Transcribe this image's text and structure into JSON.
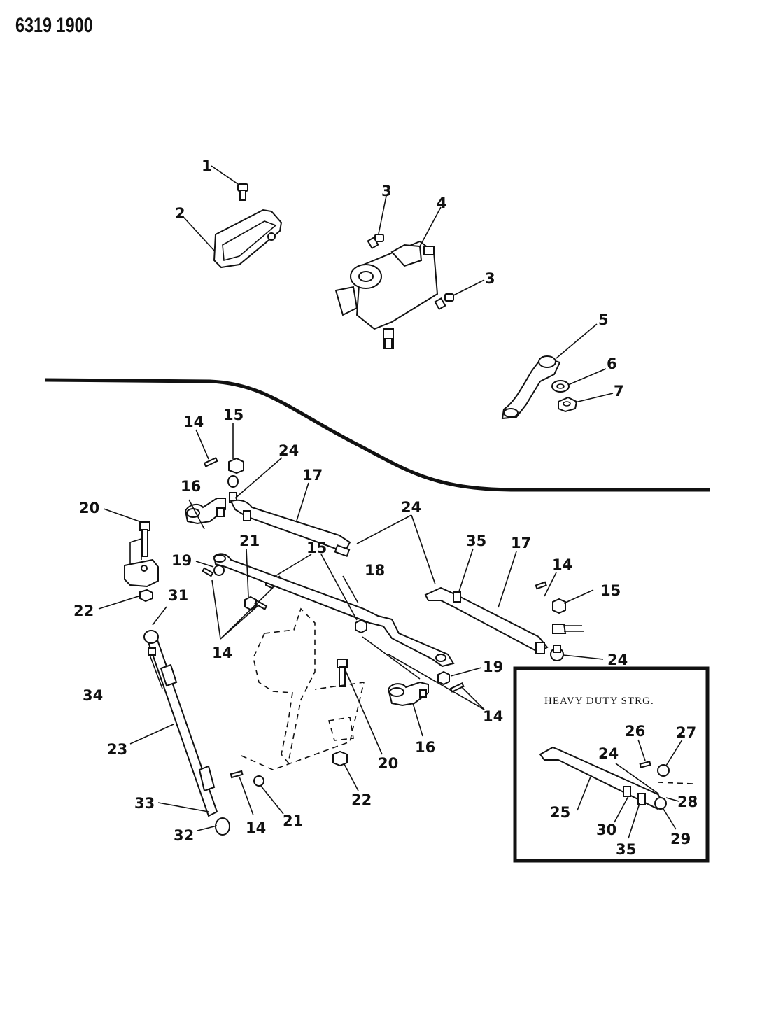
{
  "document": {
    "id_number": "6319 1900",
    "type": "Exploded parts diagram - steering linkage"
  },
  "inset": {
    "title": "HEAVY DUTY STRG.",
    "callouts": [
      "26",
      "27",
      "24",
      "28",
      "25",
      "30",
      "35",
      "29"
    ]
  },
  "callouts": {
    "c1": "1",
    "c2": "2",
    "c3a": "3",
    "c3b": "3",
    "c4": "4",
    "c5": "5",
    "c6": "6",
    "c7": "7",
    "c14a": "14",
    "c15a": "15",
    "c24a": "24",
    "c17a": "17",
    "c16a": "16",
    "c20a": "20",
    "c21a": "21",
    "c19a": "19",
    "c15b": "15",
    "c22a": "22",
    "c31": "31",
    "c14b": "14",
    "c24b": "24",
    "c18": "18",
    "c35": "35",
    "c17b": "17",
    "c14c": "14",
    "c15c": "15",
    "c24c": "24",
    "c19b": "19",
    "c14d": "14",
    "c16b": "16",
    "c20b": "20",
    "c34": "34",
    "c23": "23",
    "c33": "33",
    "c32": "32",
    "c14e": "14",
    "c21b": "21",
    "c22b": "22"
  },
  "parts": [
    "bolt",
    "bracket",
    "bolt",
    "steering-gear",
    "pitman-arm",
    "lock-washer",
    "nut",
    "cotter-pin",
    "castle-nut",
    "idler-arm",
    "tie-rod",
    "center-link",
    "washer",
    "bolt",
    "nut",
    "nut",
    "steering-damper",
    "tie-rod-end",
    "clamp"
  ]
}
